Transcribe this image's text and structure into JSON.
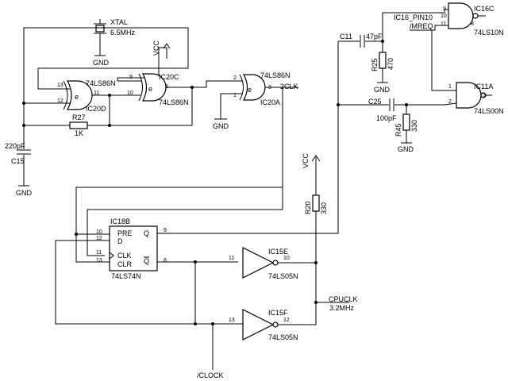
{
  "labels": {
    "xtal": "XTAL",
    "xtal_freq": "6.5MHz",
    "vcc": "VCC",
    "gnd": "GND",
    "ls86": "74LS86N",
    "ls05": "74LS05N",
    "ls74": "74LS74N",
    "ls10": "74LS10N",
    "ls00": "74LS00N",
    "ic20d": "IC20D",
    "ic20c": "IC20C",
    "ic20a": "IC20A",
    "ic18b": "IC18B",
    "ic15e": "IC15E",
    "ic15f": "IC15F",
    "ic16c": "IC16C",
    "ic11a": "IC11A",
    "xor_glyph": "e",
    "r27": "R27",
    "r27_val": "1K",
    "r20": "R20",
    "r20_val": "330",
    "r25": "R25",
    "r25_val": "470",
    "r45": "R45",
    "r45_val": "330",
    "c15": "C15",
    "c15_val": "220pF",
    "c11": "C11",
    "c11_val": "47pF",
    "c25": "C25",
    "c25_val": "100pF",
    "net_2clk": "2CLK",
    "net_pin10": "IC16_PIN10",
    "net_mreq": "/MREQ",
    "net_cpuclk": "CPUCLK",
    "net_cpuclk_freq": "3.2MHz",
    "net_clock": "/CLOCK",
    "ff_pre": "PRE",
    "ff_d": "D",
    "ff_clk": "CLK",
    "ff_clr": "CLR",
    "ff_q": "Q",
    "ff_qbar": "Q",
    "pins": {
      "p1": "1",
      "p2": "2",
      "p3": "3",
      "p8": "8",
      "p9": "9",
      "p10": "10",
      "p11": "11",
      "p12": "12",
      "p13": "13"
    }
  }
}
